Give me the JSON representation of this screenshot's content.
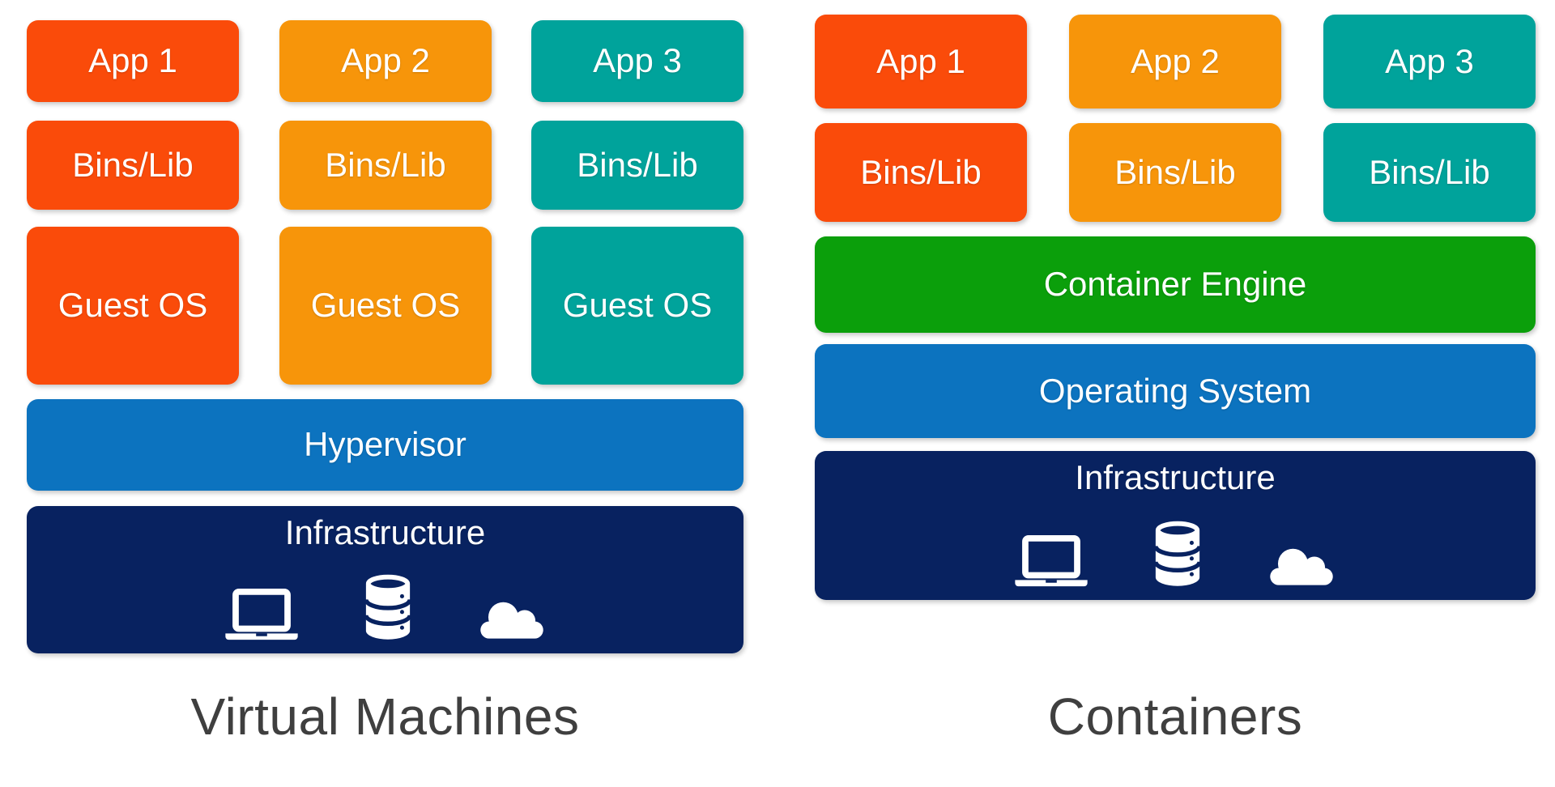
{
  "palette": {
    "red_orange": "#FA4B0A",
    "orange": "#F7950A",
    "teal": "#00A39B",
    "green": "#0B9F0B",
    "blue": "#0C73BF",
    "navy": "#082260",
    "title_gray": "#3F3F3F",
    "icon_white": "#FFFFFF"
  },
  "vm": {
    "title": "Virtual Machines",
    "columns": [
      {
        "app": "App 1",
        "bins": "Bins/Lib",
        "guest_os": "Guest OS"
      },
      {
        "app": "App 2",
        "bins": "Bins/Lib",
        "guest_os": "Guest OS"
      },
      {
        "app": "App 3",
        "bins": "Bins/Lib",
        "guest_os": "Guest OS"
      }
    ],
    "hypervisor": "Hypervisor",
    "infrastructure": "Infrastructure"
  },
  "containers": {
    "title": "Containers",
    "columns": [
      {
        "app": "App 1",
        "bins": "Bins/Lib"
      },
      {
        "app": "App 2",
        "bins": "Bins/Lib"
      },
      {
        "app": "App 3",
        "bins": "Bins/Lib"
      }
    ],
    "container_engine": "Container Engine",
    "operating_system": "Operating System",
    "infrastructure": "Infrastructure"
  },
  "infrastructure_icons": [
    "laptop-icon",
    "database-icon",
    "cloud-icon"
  ]
}
